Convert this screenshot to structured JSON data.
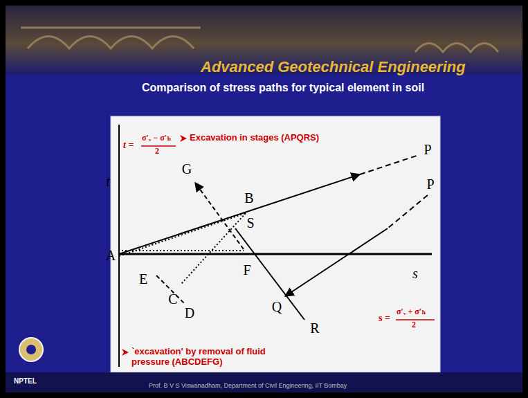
{
  "diagram": {
    "title": "Comparison of stress paths for typical element in soil",
    "labels": [
      "Advanced Geotechnical Engineering",
      "t =",
      "σ′ᵥ − σ′ₕ",
      "2",
      "Excavation in stages (APQRS)",
      "t",
      "G",
      "B",
      "P",
      "P",
      "S",
      "A",
      "E",
      "F",
      "C",
      "D",
      "s",
      "s =",
      "σ′ᵥ + σ′ₕ",
      "2",
      "Q",
      "R",
      "`excavation' by removal of fluid pressure (ABCDEFG)",
      "NPTEL",
      "Prof. B V S Viswanadham, Department of Civil Engineering, IIT Bombay"
    ]
  }
}
